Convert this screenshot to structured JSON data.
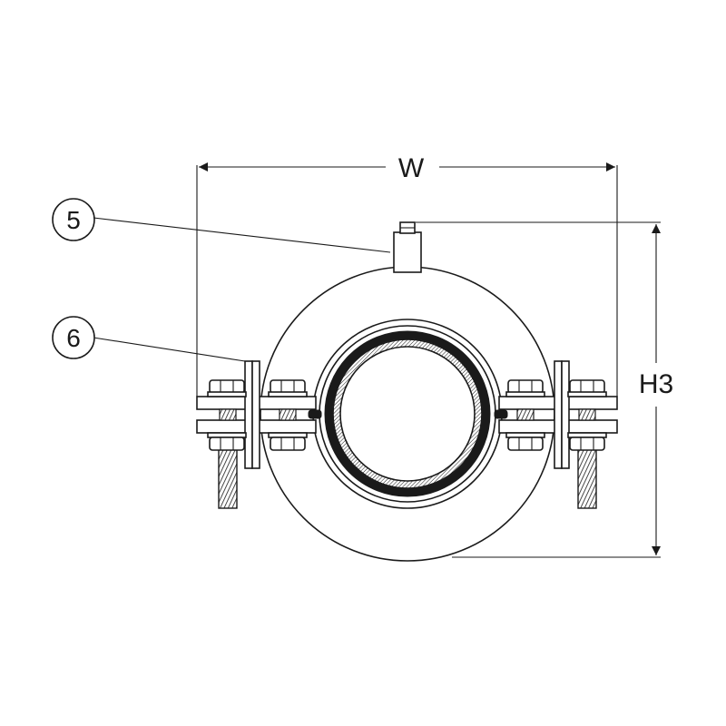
{
  "dimensions": {
    "width_label": "W",
    "height_label": "H3"
  },
  "callouts": [
    {
      "id": "5"
    },
    {
      "id": "6"
    }
  ],
  "colors": {
    "line": "#1a1a1a",
    "background": "#ffffff"
  }
}
